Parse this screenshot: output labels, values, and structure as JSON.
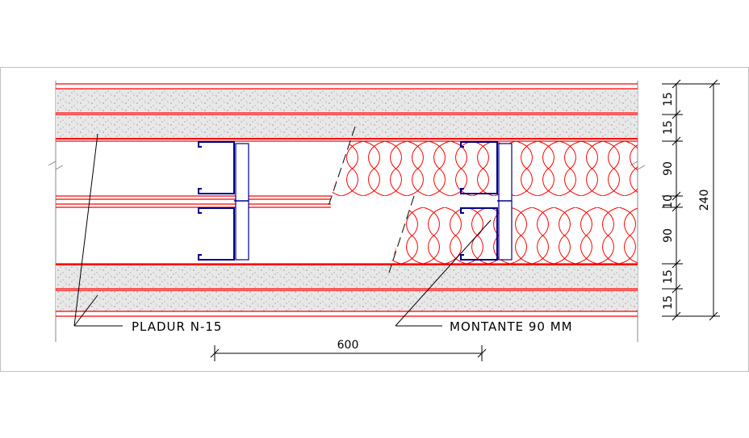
{
  "labels": {
    "board": "PLADUR N-15",
    "stud": "MONTANTE 90 MM",
    "spacing": "600"
  },
  "dimensions": {
    "layers": [
      "15",
      "15",
      "90",
      "10",
      "90",
      "15",
      "15"
    ],
    "total": "240"
  },
  "colors": {
    "line": "#ff0000",
    "board_fill": "#e6e6e6",
    "stud": "#00008b",
    "text": "#000000"
  }
}
